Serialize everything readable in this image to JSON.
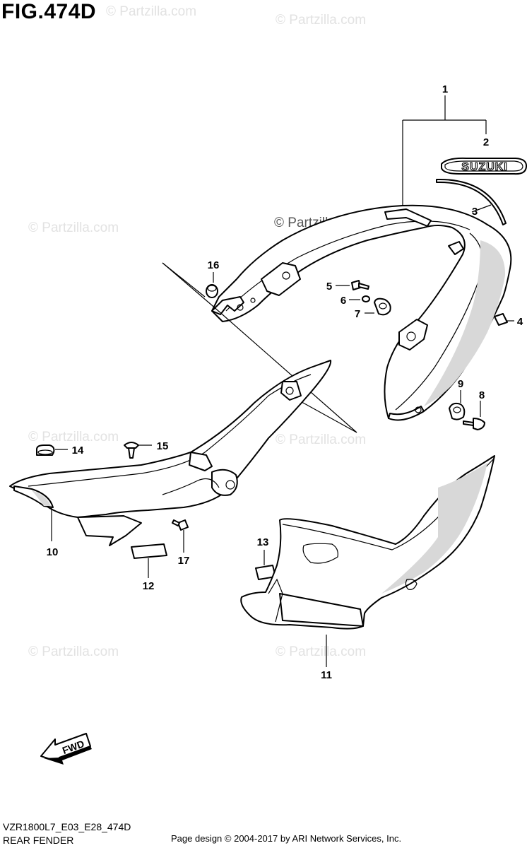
{
  "figure": {
    "title": "FIG.474D",
    "model_code": "VZR1800L7_E03_E28_474D",
    "section_name": "REAR FENDER",
    "credit": "Page design © 2004-2017 by ARI Network Services, Inc."
  },
  "watermarks": {
    "text": "© Partzilla.com"
  },
  "emblem_text": "SUZUKI",
  "direction_label": "FWD",
  "callouts": [
    "1",
    "2",
    "3",
    "4",
    "5",
    "6",
    "7",
    "8",
    "9",
    "10",
    "11",
    "12",
    "13",
    "14",
    "15",
    "16",
    "17"
  ]
}
